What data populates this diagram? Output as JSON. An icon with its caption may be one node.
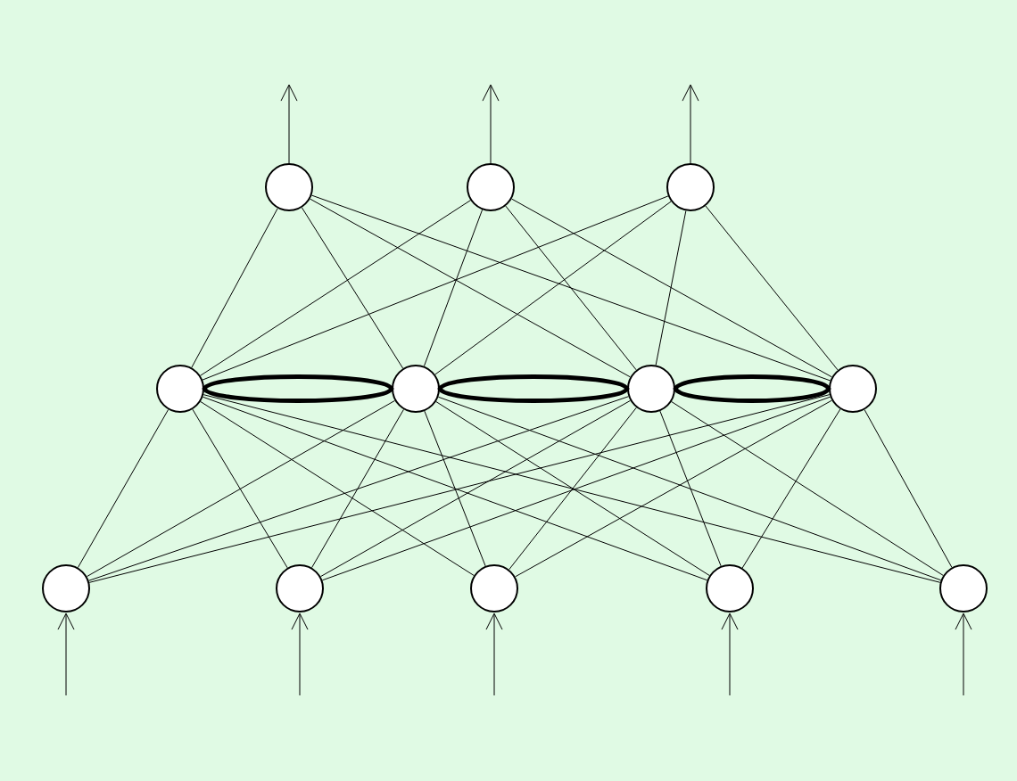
{
  "diagram": {
    "nodes": [
      {
        "text": [],
        "shape": "circle"
      },
      {
        "text": [],
        "shape": "circle"
      },
      {
        "text": [],
        "shape": "circle"
      },
      {
        "text": [],
        "shape": "circle"
      },
      {
        "text": [],
        "shape": "circle"
      },
      {
        "text": [],
        "shape": "circle"
      },
      {
        "text": [],
        "shape": "circle"
      },
      {
        "text": [],
        "shape": "circle"
      },
      {
        "text": [],
        "shape": "circle"
      },
      {
        "text": [],
        "shape": "circle"
      },
      {
        "text": [],
        "shape": "circle"
      },
      {
        "text": [],
        "shape": "circle"
      }
    ],
    "edges": [
      {
        "from": 0,
        "to": null,
        "arrow": "to"
      },
      {
        "from": 1,
        "to": null,
        "arrow": "to"
      },
      {
        "from": 2,
        "to": null,
        "arrow": "to"
      },
      {
        "from": null,
        "to": 7,
        "arrow": "to"
      },
      {
        "from": null,
        "to": 8,
        "arrow": "to"
      },
      {
        "from": null,
        "to": 9,
        "arrow": "to"
      },
      {
        "from": null,
        "to": 10,
        "arrow": "to"
      },
      {
        "from": null,
        "to": 11,
        "arrow": "to"
      },
      {
        "from": 3,
        "to": 4,
        "arrow": "none",
        "style": "thick"
      },
      {
        "from": 4,
        "to": 5,
        "arrow": "none",
        "style": "thick"
      },
      {
        "from": 5,
        "to": 6,
        "arrow": "none",
        "style": "thick"
      },
      {
        "from": 3,
        "to": 0,
        "arrow": "none"
      },
      {
        "from": 3,
        "to": 1,
        "arrow": "none"
      },
      {
        "from": 3,
        "to": 2,
        "arrow": "none"
      },
      {
        "from": 4,
        "to": 0,
        "arrow": "none"
      },
      {
        "from": 4,
        "to": 1,
        "arrow": "none"
      },
      {
        "from": 4,
        "to": 2,
        "arrow": "none"
      },
      {
        "from": 5,
        "to": 0,
        "arrow": "none"
      },
      {
        "from": 5,
        "to": 1,
        "arrow": "none"
      },
      {
        "from": 5,
        "to": 2,
        "arrow": "none"
      },
      {
        "from": 6,
        "to": 0,
        "arrow": "none"
      },
      {
        "from": 6,
        "to": 1,
        "arrow": "none"
      },
      {
        "from": 6,
        "to": 2,
        "arrow": "none"
      },
      {
        "from": 7,
        "to": 3,
        "arrow": "none"
      },
      {
        "from": 7,
        "to": 4,
        "arrow": "none"
      },
      {
        "from": 7,
        "to": 5,
        "arrow": "none"
      },
      {
        "from": 7,
        "to": 6,
        "arrow": "none"
      },
      {
        "from": 8,
        "to": 3,
        "arrow": "none"
      },
      {
        "from": 8,
        "to": 4,
        "arrow": "none"
      },
      {
        "from": 8,
        "to": 5,
        "arrow": "none"
      },
      {
        "from": 8,
        "to": 6,
        "arrow": "none"
      },
      {
        "from": 9,
        "to": 3,
        "arrow": "none"
      },
      {
        "from": 9,
        "to": 4,
        "arrow": "none"
      },
      {
        "from": 9,
        "to": 5,
        "arrow": "none"
      },
      {
        "from": 9,
        "to": 6,
        "arrow": "none"
      },
      {
        "from": 10,
        "to": 3,
        "arrow": "none"
      },
      {
        "from": 10,
        "to": 4,
        "arrow": "none"
      },
      {
        "from": 10,
        "to": 5,
        "arrow": "none"
      },
      {
        "from": 10,
        "to": 6,
        "arrow": "none"
      },
      {
        "from": 11,
        "to": 3,
        "arrow": "none"
      },
      {
        "from": 11,
        "to": 4,
        "arrow": "none"
      },
      {
        "from": 11,
        "to": 5,
        "arrow": "none"
      },
      {
        "from": 11,
        "to": 6,
        "arrow": "none"
      }
    ]
  }
}
